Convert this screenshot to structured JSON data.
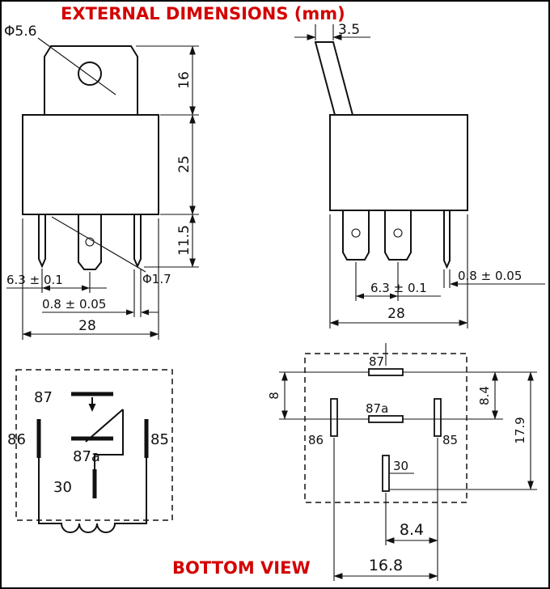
{
  "title": "EXTERNAL DIMENSIONS (mm)",
  "footer": "BOTTOM VIEW",
  "colors": {
    "accent_red": "#d40000",
    "line_black": "#111111",
    "background": "#ffffff"
  },
  "front_view": {
    "hole_diameter": "Φ5.6",
    "tab_height": "16",
    "body_height": "25",
    "pin_length": "11.5",
    "pin_pitch": "6.3 ± 0.1",
    "pin_diameter": "Φ1.7",
    "pin_thickness": "0.8 ± 0.05",
    "overall_width": "28"
  },
  "side_view": {
    "bracket_thickness": "3.5",
    "pin_pitch": "6.3 ± 0.1",
    "pin_thickness": "0.8 ± 0.05",
    "overall_width": "28"
  },
  "schematic": {
    "pin_87": "87",
    "pin_87a": "87a",
    "pin_86": "86",
    "pin_85": "85",
    "pin_30": "30"
  },
  "bottom_view": {
    "pin_87": "87",
    "pin_87a": "87a",
    "pin_86": "86",
    "pin_85": "85",
    "pin_30": "30",
    "dim_left_vertical": "8",
    "dim_right_upper": "8.4",
    "dim_right_total": "17.9",
    "dim_bottom_inner": "8.4",
    "dim_bottom_outer": "16.8"
  }
}
